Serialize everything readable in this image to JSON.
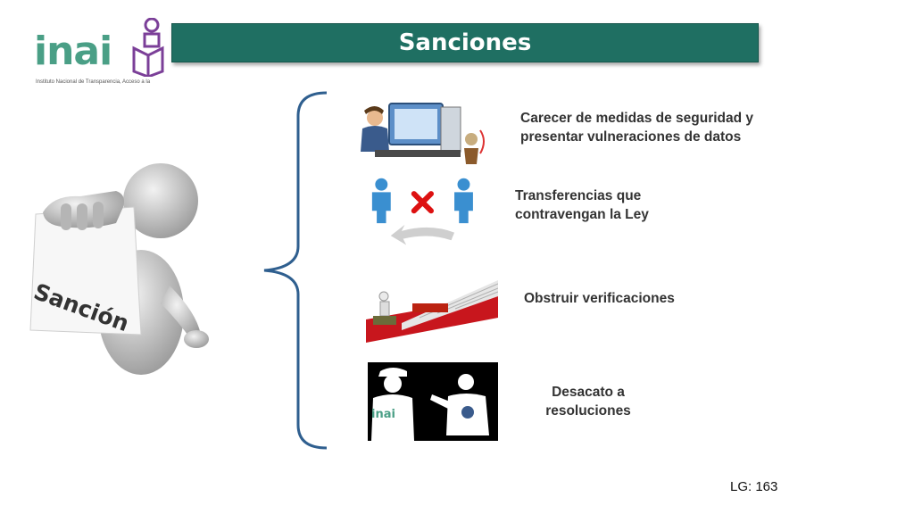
{
  "logo": {
    "word": "inai",
    "subtitle": "Instituto Nacional de Transparencia, Acceso a la",
    "icon": "book-person-icon",
    "color": "#4a9f86",
    "accent": "#7b3f98"
  },
  "title": "Sanciones",
  "figure": {
    "sign_text": "Sanción"
  },
  "items": [
    {
      "lines": [
        "Carecer de medidas de seguridad y",
        "presentar vulneraciones de datos"
      ],
      "icon": "computer-user-icon"
    },
    {
      "lines": [
        "Transferencias que",
        "contravengan la Ley"
      ],
      "icon": "transfer-denied-icon"
    },
    {
      "lines": [
        "Obstruir verificaciones"
      ],
      "icon": "blocked-stairs-icon"
    },
    {
      "lines": [
        "Desacato a",
        "resoluciones"
      ],
      "icon": "dispute-icon",
      "logo_word": "inai"
    }
  ],
  "footer": "LG: 163",
  "colors": {
    "title_bar": "#1f6f62",
    "brace": "#2f5f8f"
  }
}
